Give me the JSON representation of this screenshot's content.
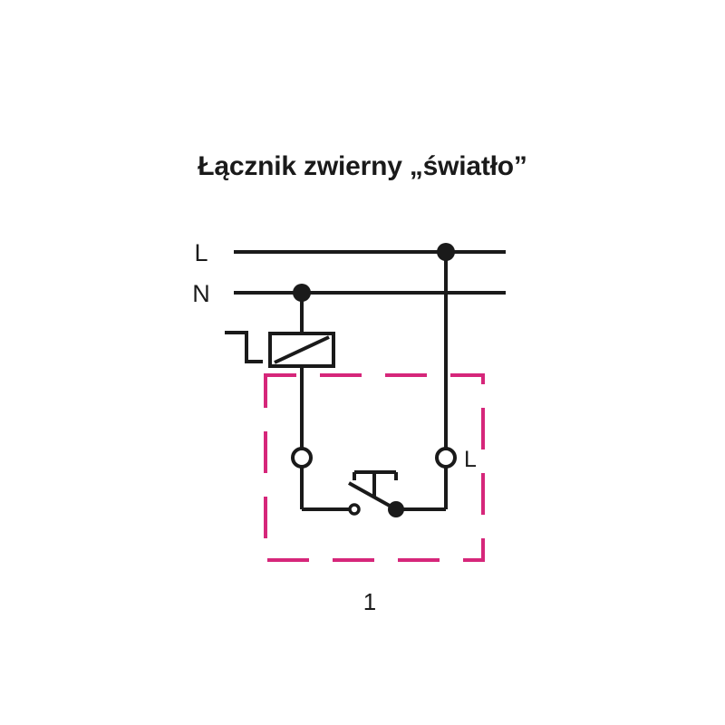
{
  "diagram": {
    "title": "Łącznik zwierny „światło”",
    "figure_number": "1",
    "type": "electrical-wiring-schematic",
    "colors": {
      "wire": "#1a1a1a",
      "device_boundary": "#d6267a",
      "background": "#ffffff"
    },
    "labels": {
      "line_rail": "L",
      "neutral_rail": "N",
      "switch_terminal_live": "L"
    },
    "components": [
      {
        "name": "line-rail",
        "label": "L",
        "kind": "conductor",
        "description": "Górna szyna zasilająca L (faza)"
      },
      {
        "name": "neutral-rail",
        "label": "N",
        "kind": "conductor",
        "description": "Dolna szyna zasilająca N (neutralny)"
      },
      {
        "name": "lamp-load",
        "label": "",
        "kind": "lamp",
        "description": "Odbiornik / oprawa oświetleniowa - prostokąt z przekątną"
      },
      {
        "name": "bracket-symbol",
        "label": "",
        "kind": "bracket",
        "description": "Symbol wspornika / zacisku po lewej stronie odbiornika"
      },
      {
        "name": "push-button-switch",
        "label": "",
        "kind": "momentary-switch",
        "description": "Łącznik zwierny (przycisk chwilowy)"
      },
      {
        "name": "terminal-left",
        "label": "",
        "kind": "terminal-open",
        "description": "Zacisk lewy łącznika"
      },
      {
        "name": "terminal-right",
        "label": "L",
        "kind": "terminal-open",
        "description": "Zacisk prawy łącznika oznaczony L"
      },
      {
        "name": "junction-line",
        "label": "",
        "kind": "junction-dot",
        "description": "Węzeł na szynie L"
      },
      {
        "name": "junction-neutral",
        "label": "",
        "kind": "junction-dot",
        "description": "Węzeł na szynie N"
      },
      {
        "name": "device-boundary",
        "label": "",
        "kind": "dashed-outline",
        "description": "Obrys mechanizmu łącznika - magenta linia przerywana"
      }
    ]
  }
}
